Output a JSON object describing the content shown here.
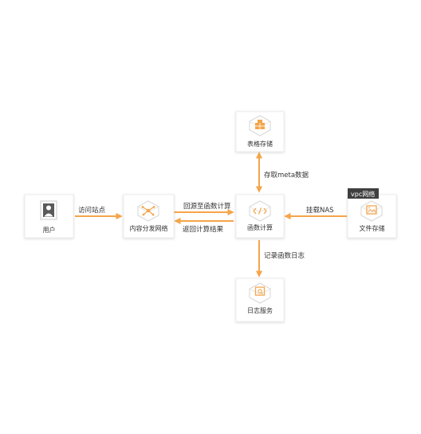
{
  "nodes": {
    "user": {
      "label": "用户",
      "icon": "user-icon"
    },
    "cdn": {
      "label": "内容分发网络",
      "icon": "cdn-network-icon"
    },
    "function_compute": {
      "label": "函数计算",
      "icon": "function-compute-icon"
    },
    "table_store": {
      "label": "表格存储",
      "icon": "table-store-icon"
    },
    "log_service": {
      "label": "日志服务",
      "icon": "log-service-icon"
    },
    "file_storage": {
      "label": "文件存储",
      "icon": "file-storage-icon",
      "tag": "vpc网络"
    }
  },
  "edges": {
    "user_to_cdn": "访问站点",
    "cdn_to_fc": "回源至函数计算",
    "fc_to_cdn": "返回计算结果",
    "fc_table_store": "存取meta数据",
    "fc_to_log": "记录函数日志",
    "nas_to_fc": "挂载NAS"
  },
  "colors": {
    "arrow": "#f5a54a",
    "icon_accent": "#f5a54a",
    "tag_background": "#3f3f3f",
    "user_icon": "#555555"
  }
}
